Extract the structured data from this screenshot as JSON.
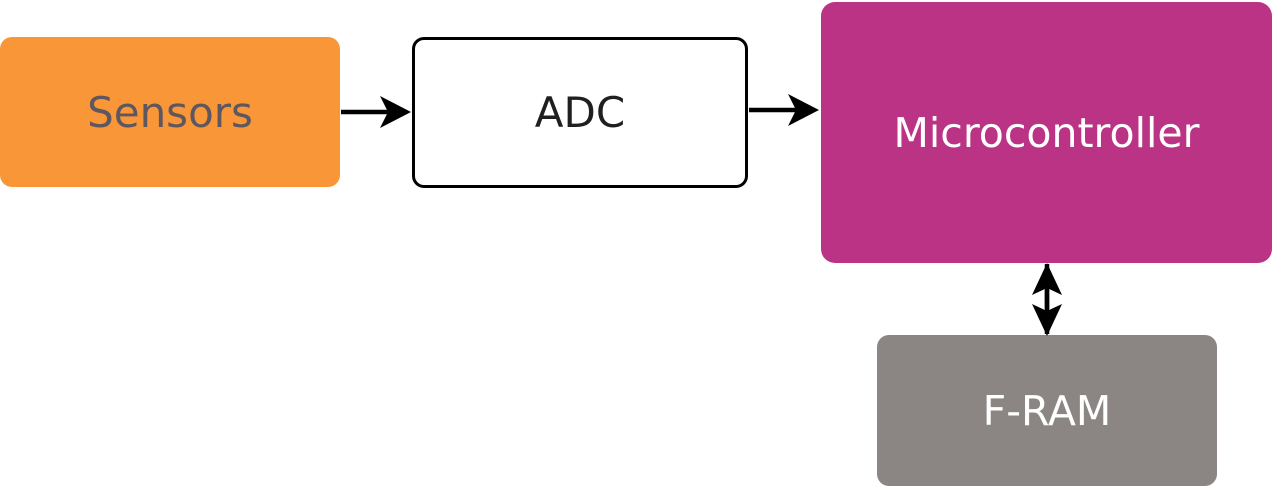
{
  "colors": {
    "background": "#FFFFFF",
    "arrow": "#000000",
    "sensors-fill": "#F99738",
    "sensors-text": "#5E5760",
    "adc-fill": "#FFFFFF",
    "adc-border": "#000000",
    "adc-text": "#1F1F1F",
    "microcontroller-fill": "#BB3384",
    "microcontroller-text": "#FFFFFF",
    "fram-fill": "#8B8683",
    "fram-text": "#FFFFFF"
  },
  "diagram": {
    "type": "block-diagram",
    "nodes": [
      {
        "id": "sensors",
        "label": "Sensors"
      },
      {
        "id": "adc",
        "label": "ADC"
      },
      {
        "id": "microcontroller",
        "label": "Microcontroller"
      },
      {
        "id": "fram",
        "label": "F-RAM"
      }
    ],
    "edges": [
      {
        "from": "sensors",
        "to": "adc",
        "direction": "unidirectional"
      },
      {
        "from": "adc",
        "to": "microcontroller",
        "direction": "unidirectional"
      },
      {
        "from": "microcontroller",
        "to": "fram",
        "direction": "bidirectional"
      }
    ]
  }
}
